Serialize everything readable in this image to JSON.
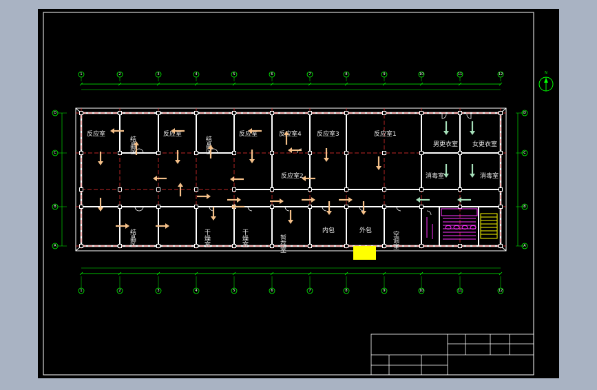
{
  "colors": {
    "background": "#a9b3c3",
    "sheet": "#000000",
    "wall": "#ffffff",
    "axis_line": "#ff3333",
    "dimension": "#00ff00",
    "flow_arrow_process": "#f5c089",
    "flow_arrow_clean": "#a5dfb9",
    "stair": "#ffff00",
    "toilet": "#ff33ff",
    "entrance_block": "#ffff00"
  },
  "axes": {
    "columns": [
      "1",
      "2",
      "3",
      "4",
      "5",
      "6",
      "7",
      "8",
      "9",
      "10",
      "11",
      "12"
    ],
    "rows": [
      "A",
      "B",
      "C",
      "D"
    ]
  },
  "north_icon": "north-arrow-icon",
  "rooms": [
    {
      "id": "r1",
      "label": "反应室"
    },
    {
      "id": "r2",
      "label": "结晶区"
    },
    {
      "id": "r3",
      "label": "反应室"
    },
    {
      "id": "r4",
      "label": "结晶区"
    },
    {
      "id": "r5",
      "label": "反应室"
    },
    {
      "id": "r6",
      "label": "反应室4"
    },
    {
      "id": "r7",
      "label": "反应室3"
    },
    {
      "id": "r8",
      "label": "反应室1"
    },
    {
      "id": "r9",
      "label": "男更衣室"
    },
    {
      "id": "r10",
      "label": "女更衣室"
    },
    {
      "id": "r11",
      "label": "消毒室"
    },
    {
      "id": "r12",
      "label": "消毒室"
    },
    {
      "id": "r13",
      "label": "反应室2"
    },
    {
      "id": "r14",
      "label": "结晶区"
    },
    {
      "id": "r15",
      "label": "干燥室"
    },
    {
      "id": "r16",
      "label": "干燥室"
    },
    {
      "id": "r17",
      "label": "暂存室"
    },
    {
      "id": "r18",
      "label": "内包"
    },
    {
      "id": "r19",
      "label": "外包"
    },
    {
      "id": "r20",
      "label": "空调室"
    }
  ],
  "title_block": {
    "rows": 3,
    "cols": 4
  }
}
